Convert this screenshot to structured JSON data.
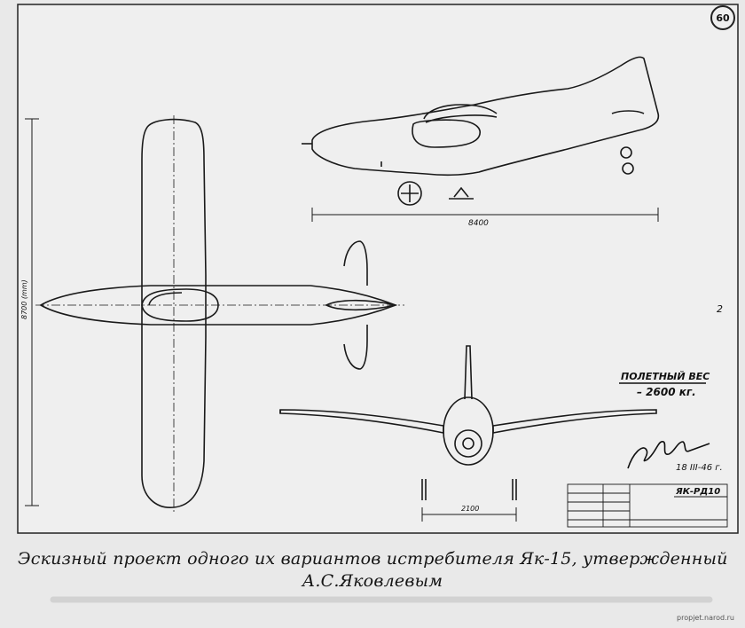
{
  "drawing": {
    "page_number": "60",
    "edge_mark": "2",
    "dim_length": "8400",
    "dim_span": "8700 (mm)",
    "dim_track": "2100",
    "weight_title": "ПОЛЕТНЫЙ ВЕС",
    "weight_value": "– 2600 кг.",
    "date": "18 III-46 г.",
    "model": "ЯК-РД10"
  },
  "caption": {
    "line1": "Эскизный проект одного их вариантов истребителя Як-15, утвержденный",
    "line2": "А.С.Яковлевым"
  },
  "watermark": "propjet.narod.ru"
}
